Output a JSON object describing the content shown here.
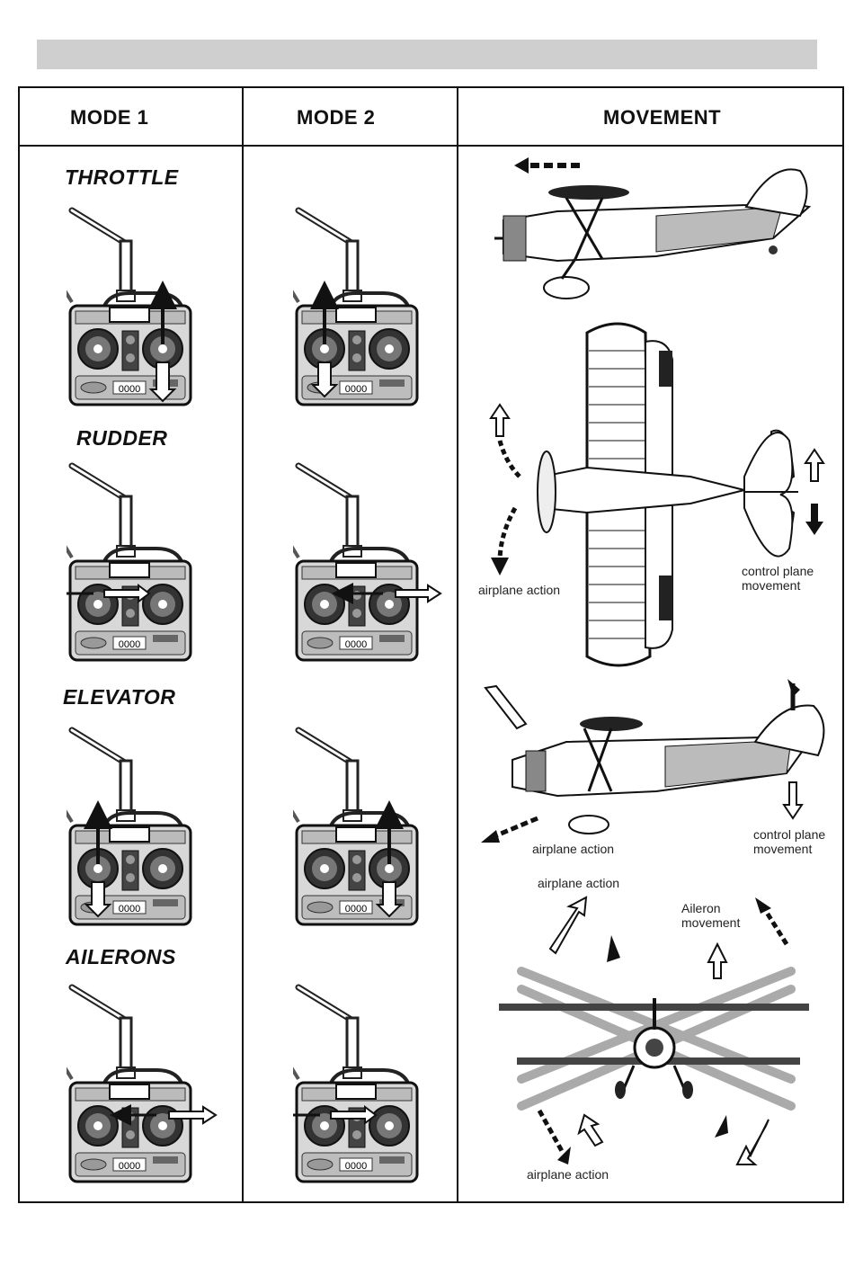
{
  "headers": {
    "mode1": "MODE 1",
    "mode2": "MODE 2",
    "movement": "MOVEMENT"
  },
  "sections": {
    "throttle": "THROTTLE",
    "rudder": "RUDDER",
    "elevator": "ELEVATOR",
    "ailerons": "AILERONS"
  },
  "captions": {
    "rudder_airplane_action": "airplane action",
    "rudder_control_plane": "control plane\nmovement",
    "elevator_airplane_action": "airplane action",
    "elevator_control_plane": "control plane\nmovement",
    "ailerons_airplane_action_top": "airplane action",
    "ailerons_aileron_movement": "Aileron\nmovement",
    "ailerons_airplane_action_bottom": "airplane action"
  },
  "transmitter_labels": {
    "display": "0000"
  }
}
